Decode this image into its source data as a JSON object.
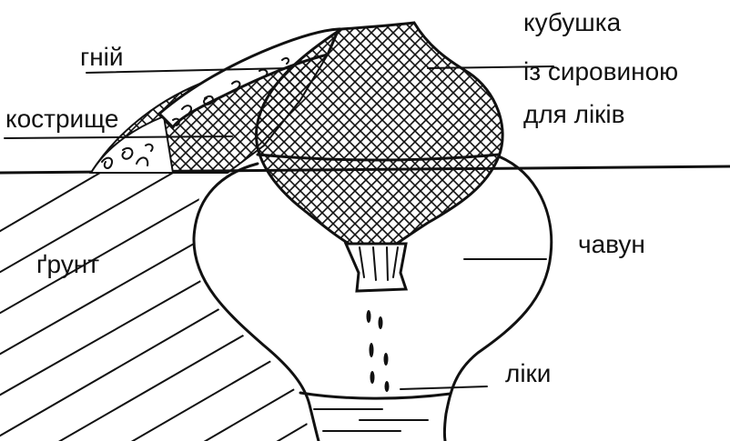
{
  "labels": {
    "manure": "гній",
    "bonfire": "кострище",
    "soil": "ґрунт",
    "pouch_line1": "кубушка",
    "pouch_line2": "із сировиною",
    "pouch_line3": "для ліків",
    "pot": "чавун",
    "medicine": "ліки"
  }
}
